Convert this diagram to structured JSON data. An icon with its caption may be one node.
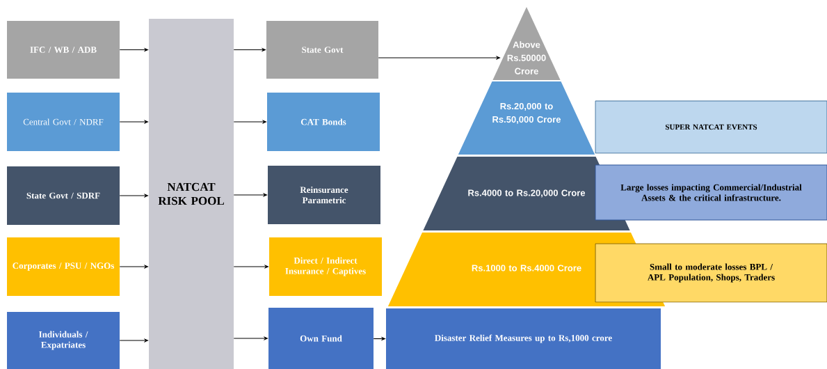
{
  "diagram": {
    "nodes": [
      {
        "text": [
          "IFC / WB / ADB"
        ]
      },
      {
        "text": [
          "Central Govt / NDRF"
        ]
      },
      {
        "text": [
          "State Govt / SDRF"
        ]
      },
      {
        "text": [
          "Corporates / PSU / NGOs"
        ]
      },
      {
        "text": [
          "Individuals / Expatriates"
        ]
      },
      {
        "text": [
          "NATCAT RISK POOL"
        ]
      },
      {
        "text": [
          "State Govt"
        ]
      },
      {
        "text": [
          "CAT Bonds"
        ]
      },
      {
        "text": [
          "Reinsurance Parametric"
        ]
      },
      {
        "text": [
          "Direct / Indirect Insurance / Captives"
        ]
      },
      {
        "text": [
          "Own Fund"
        ]
      },
      {
        "text": [
          "Above Rs.50000 Crore"
        ]
      },
      {
        "text": [
          "Rs.20,000 to Rs.50,000 Crore"
        ]
      },
      {
        "text": [
          "Rs.4000 to Rs.20,000 Crore"
        ]
      },
      {
        "text": [
          "Rs.1000 to Rs.4000 Crore"
        ]
      },
      {
        "text": [
          "Disaster Relief Measures up to Rs,1000 crore"
        ]
      },
      {
        "text": [
          "SUPER NATCAT EVENTS"
        ]
      },
      {
        "text": [
          "Large losses impacting Commercial/Industrial Assets & the critical infrastructure."
        ]
      },
      {
        "text": [
          "Small to moderate losses BPL / APL Population, Shops, Traders"
        ]
      }
    ],
    "edges": [
      {
        "from": 0,
        "to": 5,
        "arrow": "to"
      },
      {
        "from": 1,
        "to": 5,
        "arrow": "to"
      },
      {
        "from": 2,
        "to": 5,
        "arrow": "to"
      },
      {
        "from": 3,
        "to": 5,
        "arrow": "to"
      },
      {
        "from": 4,
        "to": 5,
        "arrow": "to"
      },
      {
        "from": 5,
        "to": 6,
        "arrow": "to"
      },
      {
        "from": 5,
        "to": 7,
        "arrow": "to"
      },
      {
        "from": 5,
        "to": 8,
        "arrow": "to"
      },
      {
        "from": 5,
        "to": 9,
        "arrow": "to"
      },
      {
        "from": 5,
        "to": 10,
        "arrow": "to"
      },
      {
        "from": 6,
        "to": 11,
        "arrow": "to"
      },
      {
        "from": 10,
        "to": 15,
        "arrow": "to"
      }
    ]
  }
}
